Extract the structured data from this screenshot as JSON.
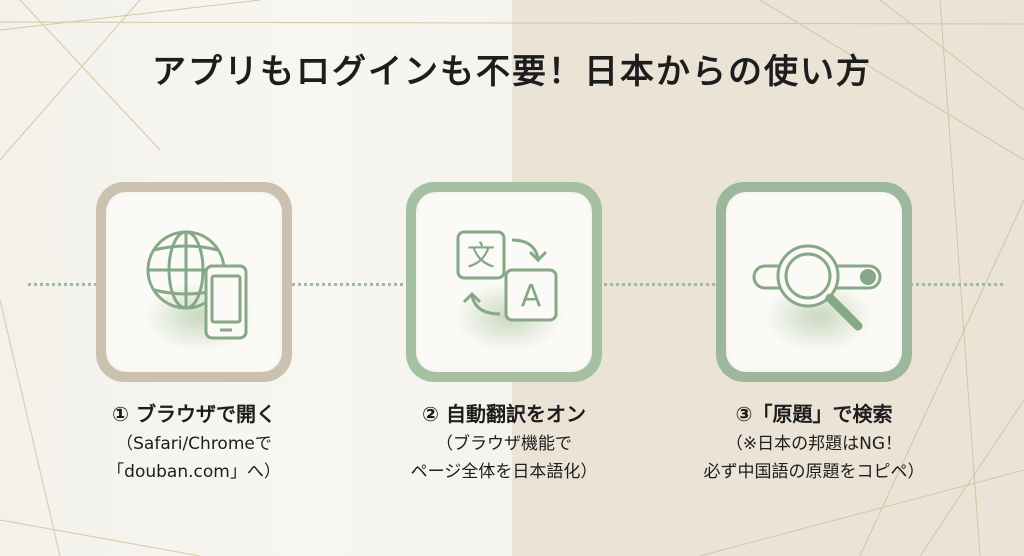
{
  "title": "アプリもログインも不要！日本からの使い方",
  "colors": {
    "green": "#8fb08f",
    "icon_stroke": "#86a886",
    "frame_beige": "#cbc1b0",
    "frame_green": "#a5c1a2",
    "line_gold": "#c9b48a"
  },
  "steps": [
    {
      "heading": "① ブラウザで開く",
      "line1": "（Safari/Chromeで",
      "line2": "「douban.com」へ）",
      "icon": "globe-phone-icon"
    },
    {
      "heading": "② 自動翻訳をオン",
      "line1": "（ブラウザ機能で",
      "line2": "ページ全体を日本語化）",
      "icon": "translate-icon"
    },
    {
      "heading": "③「原題」で検索",
      "line1": "（※日本の邦題はNG！",
      "line2": "必ず中国語の原題をコピペ）",
      "icon": "magnifier-search-icon"
    }
  ],
  "translate_icon": {
    "kanji": "文",
    "letter": "A"
  }
}
